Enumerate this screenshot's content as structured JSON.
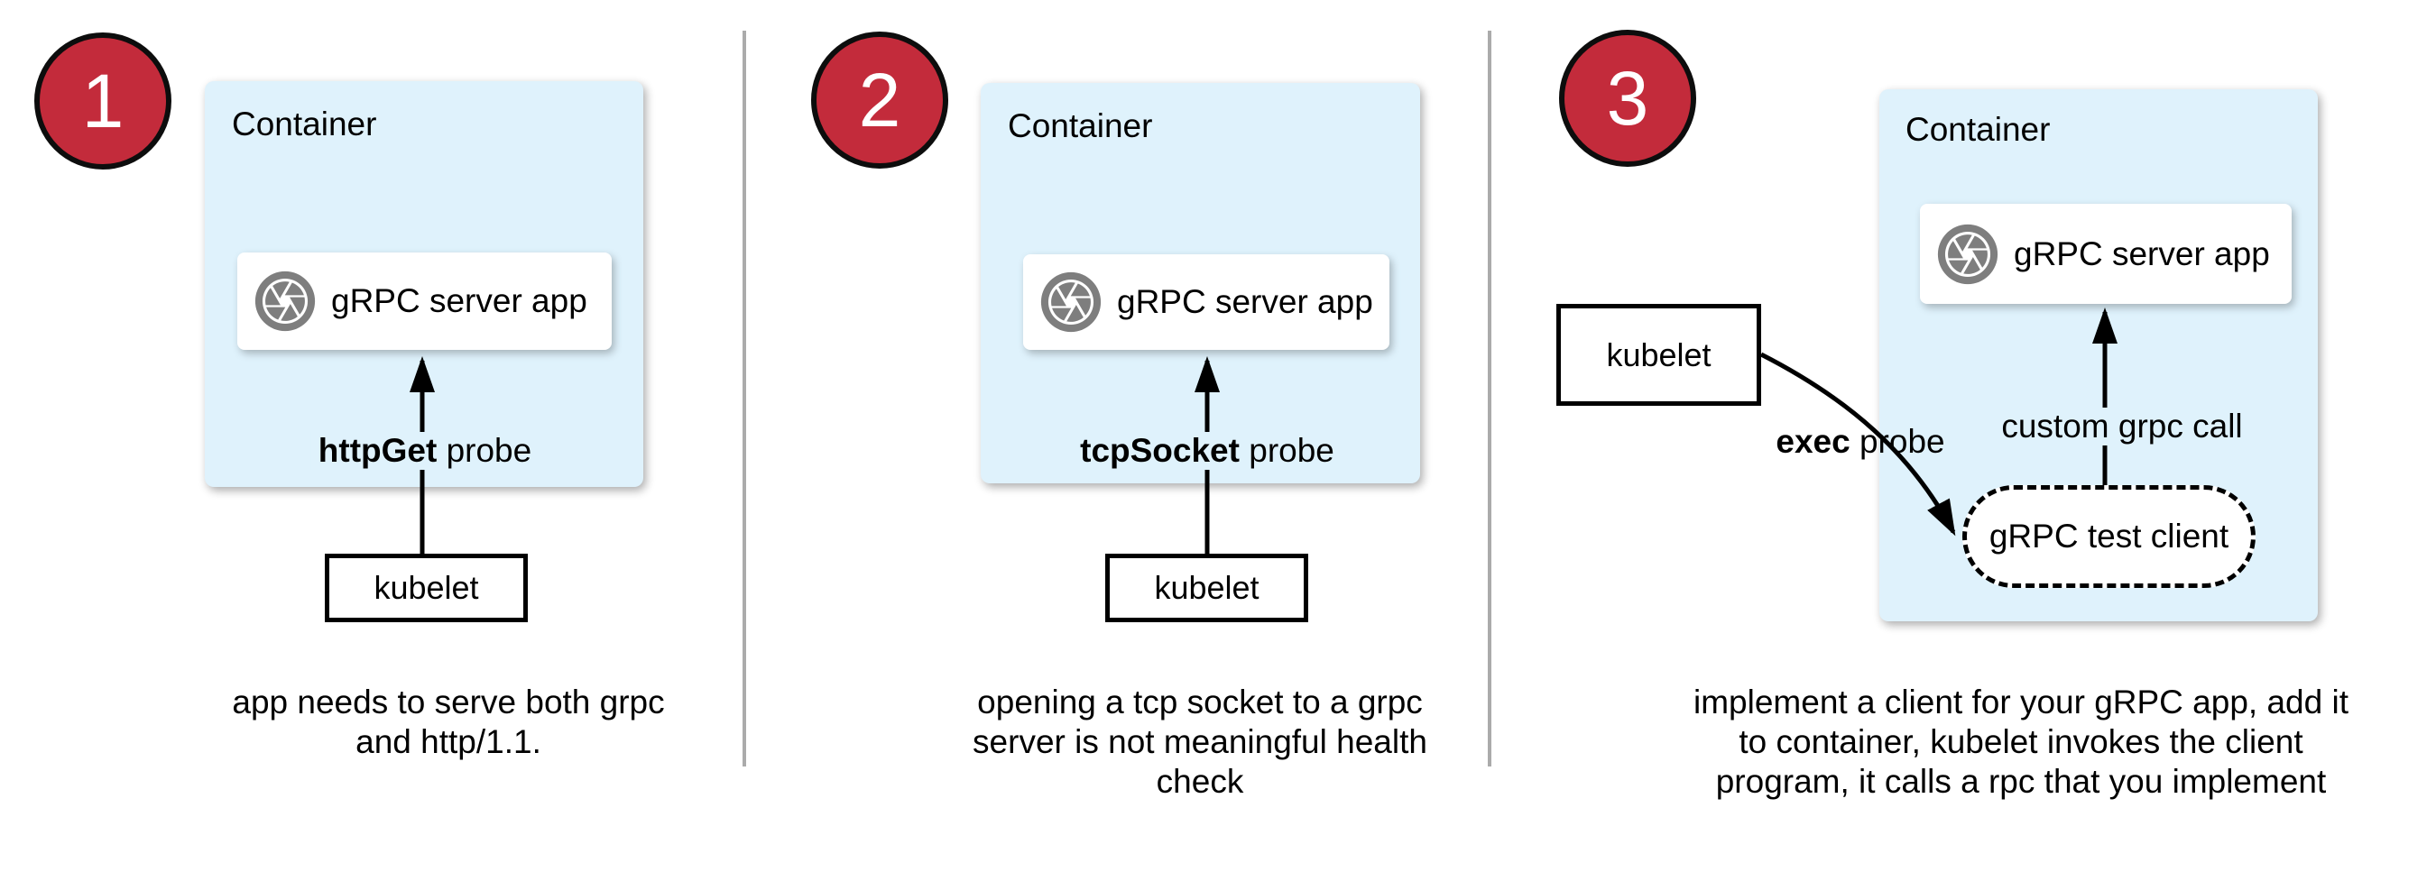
{
  "title": "gRPC health check approaches diagram",
  "colors": {
    "badge_red": "#C32B3B",
    "badge_border": "#0D0D0D",
    "container_blue": "#DFF2FC",
    "divider_gray": "#ABABAB",
    "icon_gray": "#7E7E7E",
    "text_black": "#000000"
  },
  "panels": [
    {
      "number": "1",
      "container": {
        "label": "Container"
      },
      "app_box": {
        "label": "gRPC server app",
        "icon": "aperture-icon"
      },
      "probe": {
        "keyword": "httpGet",
        "rest": " probe"
      },
      "kubelet": {
        "label": "kubelet"
      },
      "caption": {
        "lines": [
          "app needs to serve both grpc",
          "and http/1.1."
        ]
      }
    },
    {
      "number": "2",
      "container": {
        "label": "Container"
      },
      "app_box": {
        "label": "gRPC server app",
        "icon": "aperture-icon"
      },
      "probe": {
        "keyword": "tcpSocket",
        "rest": " probe"
      },
      "kubelet": {
        "label": "kubelet"
      },
      "caption": {
        "lines": [
          "opening a tcp socket to a grpc",
          "server is not meaningful health",
          "check"
        ]
      }
    },
    {
      "number": "3",
      "container": {
        "label": "Container"
      },
      "app_box": {
        "label": "gRPC server app",
        "icon": "aperture-icon"
      },
      "probe": {
        "keyword": "exec",
        "rest": " probe"
      },
      "kubelet": {
        "label": "kubelet"
      },
      "custom_call": {
        "label": "custom grpc call"
      },
      "test_client": {
        "label": "gRPC test client"
      },
      "caption": {
        "lines": [
          "implement a client for your gRPC app, add it",
          "to container, kubelet invokes the client",
          "program, it calls a rpc that you implement"
        ]
      }
    }
  ]
}
